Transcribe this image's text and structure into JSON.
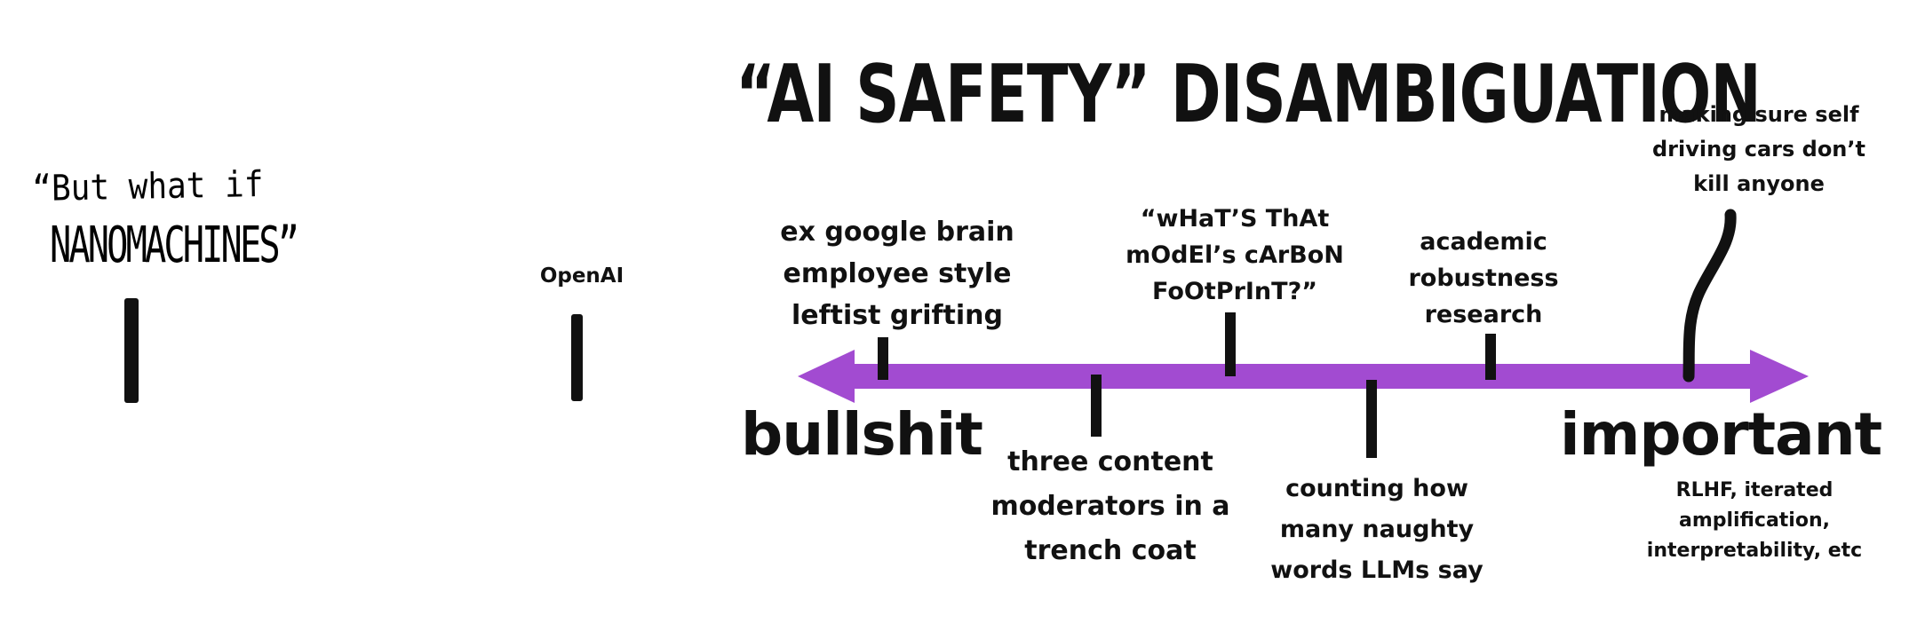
{
  "title": "“AI SAFETY” DISAMBIGUATION",
  "axis": {
    "left_label": "bullshit",
    "right_label": "important",
    "arrow_color": "#A24BD1"
  },
  "left_notes": {
    "handwritten_line1": "“But what if",
    "handwritten_line2": "NANOMACHINES”",
    "openai": "OpenAI"
  },
  "above_axis": [
    {
      "lines": [
        "ex google brain",
        "employee style",
        "leftist grifting"
      ]
    },
    {
      "lines": [
        "“wHaT’S ThAt",
        "mOdEl’s cArBoN",
        "FoOtPrInT?”"
      ]
    },
    {
      "lines": [
        "academic",
        "robustness",
        "research"
      ]
    },
    {
      "lines": [
        "making sure self",
        "driving cars don’t",
        "kill anyone"
      ]
    }
  ],
  "below_axis": [
    {
      "lines": [
        "three content",
        "moderators in a",
        "trench coat"
      ]
    },
    {
      "lines": [
        "counting how",
        "many naughty",
        "words LLMs say"
      ]
    },
    {
      "lines": [
        "RLHF, iterated",
        "amplification,",
        "interpretability, etc"
      ]
    }
  ]
}
